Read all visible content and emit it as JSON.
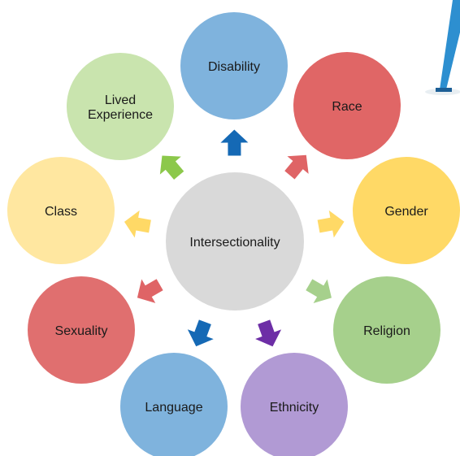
{
  "center": {
    "label": "Intersectionality",
    "color": "#d9d9d9"
  },
  "nodes": [
    {
      "key": "disability",
      "label": "Disability",
      "color": "#7fb3dd",
      "arrow": "#1569b5"
    },
    {
      "key": "race",
      "label": "Race",
      "color": "#e06666",
      "arrow": "#df6466"
    },
    {
      "key": "gender",
      "label": "Gender",
      "color": "#ffd966",
      "arrow": "#ffd966"
    },
    {
      "key": "religion",
      "label": "Religion",
      "color": "#a6d08c",
      "arrow": "#a6d08c"
    },
    {
      "key": "ethnicity",
      "label": "Ethnicity",
      "color": "#b19ad4",
      "arrow": "#6d2ea6"
    },
    {
      "key": "language",
      "label": "Language",
      "color": "#7fb3dd",
      "arrow": "#1569b5"
    },
    {
      "key": "sexuality",
      "label": "Sexuality",
      "color": "#e06f6f",
      "arrow": "#df6466"
    },
    {
      "key": "class",
      "label": "Class",
      "color": "#ffe7a0",
      "arrow": "#ffd966"
    },
    {
      "key": "lived-experience",
      "label": "Lived\nExperience",
      "color": "#c9e4ae",
      "arrow": "#8cc84b"
    }
  ],
  "decoration": {
    "figure_color": "#2d8fd0"
  }
}
